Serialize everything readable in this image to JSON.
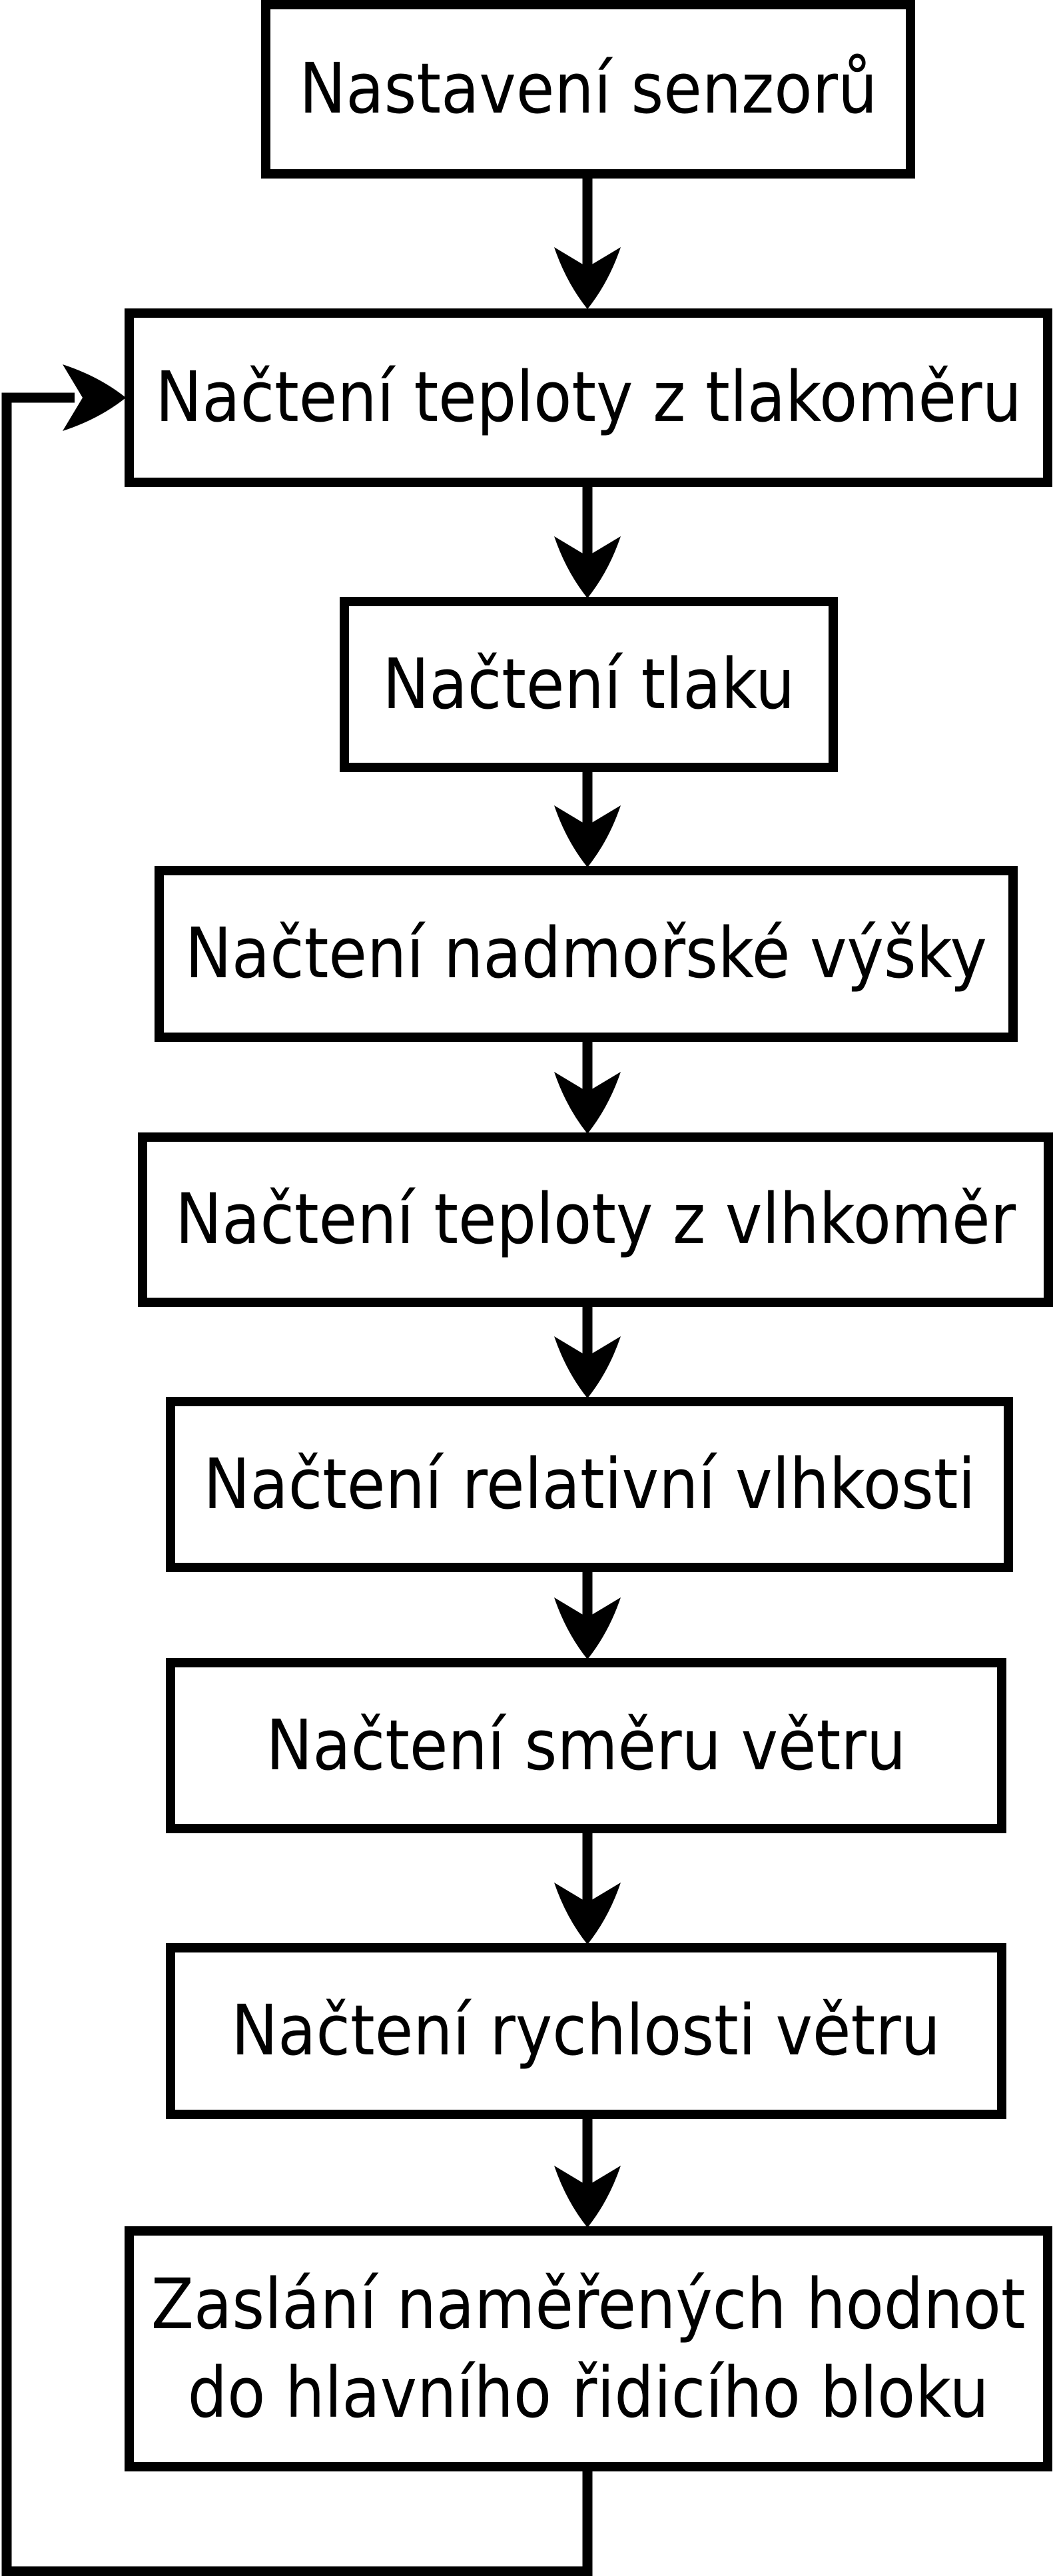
{
  "diagram": {
    "type": "flowchart",
    "background_color": "#ffffff",
    "line_color": "#000000",
    "box_fill_color": "#ffffff",
    "text_color": "#000000",
    "nodes": [
      {
        "id": "sensor-setup",
        "label": "Nastavení senzorů"
      },
      {
        "id": "read-temp-barometer",
        "label": "Načtení teploty z tlakoměru"
      },
      {
        "id": "read-pressure",
        "label": "Načtení tlaku"
      },
      {
        "id": "read-altitude",
        "label": "Načtení nadmořské výšky"
      },
      {
        "id": "read-temp-hygrometer",
        "label": "Načtení teploty z vlhkoměr"
      },
      {
        "id": "read-relative-humidity",
        "label": "Načtení relativní vlhkosti"
      },
      {
        "id": "read-wind-direction",
        "label": "Načtení směru větru"
      },
      {
        "id": "read-wind-speed",
        "label": "Načtení rychlosti větru"
      },
      {
        "id": "send-values",
        "label": "Zaslání naměřených hodnot do hlavního řidicího bloku",
        "lines": [
          "Zaslání naměřených hodnot",
          "do hlavního řidicího bloku"
        ]
      }
    ],
    "edges": [
      {
        "from": "sensor-setup",
        "to": "read-temp-barometer",
        "type": "arrow-down"
      },
      {
        "from": "read-temp-barometer",
        "to": "read-pressure",
        "type": "arrow-down"
      },
      {
        "from": "read-pressure",
        "to": "read-altitude",
        "type": "arrow-down"
      },
      {
        "from": "read-altitude",
        "to": "read-temp-hygrometer",
        "type": "arrow-down"
      },
      {
        "from": "read-temp-hygrometer",
        "to": "read-relative-humidity",
        "type": "arrow-down"
      },
      {
        "from": "read-relative-humidity",
        "to": "read-wind-direction",
        "type": "arrow-down"
      },
      {
        "from": "read-wind-direction",
        "to": "read-wind-speed",
        "type": "arrow-down"
      },
      {
        "from": "read-wind-speed",
        "to": "send-values",
        "type": "arrow-down"
      },
      {
        "from": "send-values",
        "to": "read-temp-barometer",
        "type": "loop-back-left"
      }
    ]
  }
}
